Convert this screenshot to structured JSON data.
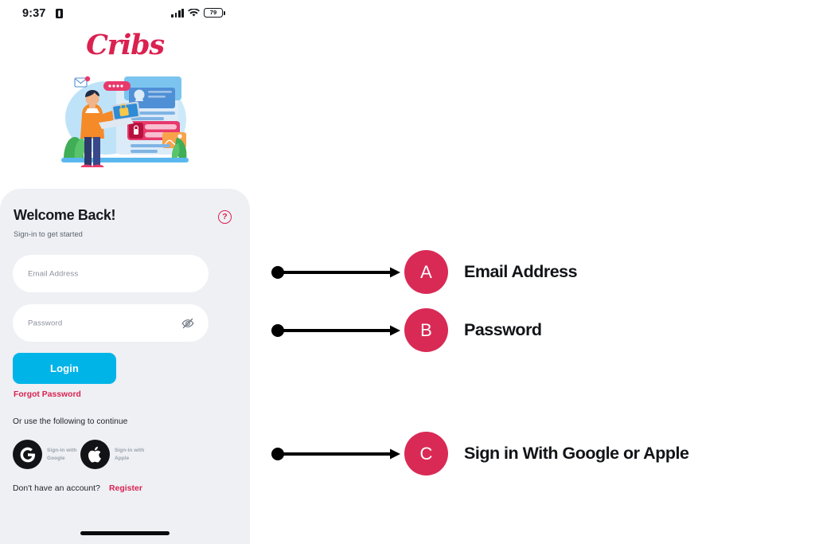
{
  "statusbar": {
    "time": "9:37",
    "battery": "79",
    "lock_icon": "lock-portrait-icon",
    "signal_icon": "cellular-signal-icon",
    "wifi_icon": "wifi-icon"
  },
  "brand": {
    "name": "Cribs",
    "color": "#DA2150"
  },
  "hero": {
    "alt": "secure-login-illustration"
  },
  "card": {
    "title": "Welcome Back!",
    "subtitle": "Sign-in to get started",
    "help_icon": "question-mark-circle-icon",
    "email": {
      "placeholder": "Email Address",
      "value": ""
    },
    "password": {
      "placeholder": "Password",
      "value": "",
      "toggle_icon": "eye-off-icon"
    },
    "login_label": "Login",
    "forgot_label": "Forgot Password",
    "or_label": "Or use the following to continue",
    "social": [
      {
        "id": "google",
        "icon": "google-icon",
        "label_line1": "Sign-in with",
        "label_line2": "Google"
      },
      {
        "id": "apple",
        "icon": "apple-icon",
        "label_line1": "Sign-in with",
        "label_line2": "Apple"
      }
    ],
    "account_prompt": "Don't have an account?",
    "register_label": "Register"
  },
  "colors": {
    "accent_pink": "#D92A55",
    "accent_cyan": "#01B4E8",
    "card_bg": "#EEF0F4",
    "badge": "#D92A55"
  },
  "callouts": [
    {
      "letter": "A",
      "text": "Email Address"
    },
    {
      "letter": "B",
      "text": "Password"
    },
    {
      "letter": "C",
      "text": "Sign in With Google or Apple"
    }
  ]
}
